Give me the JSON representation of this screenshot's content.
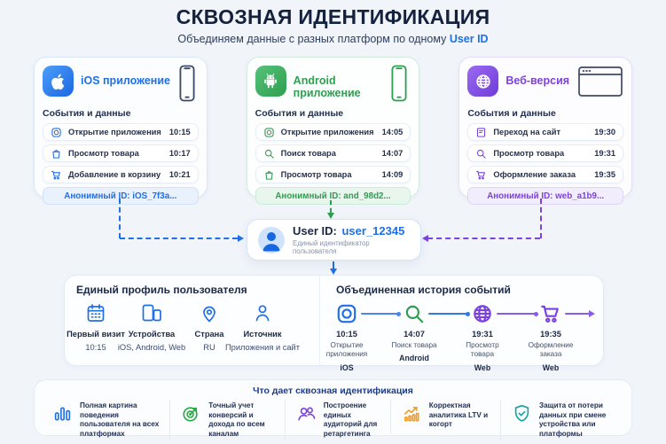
{
  "header": {
    "title": "СКВОЗНАЯ ИДЕНТИФИКАЦИЯ",
    "subtitle_prefix": "Объединяем данные с разных платформ по одному",
    "subtitle_highlight": "User ID"
  },
  "platforms": [
    {
      "title": "iOS приложение",
      "icon": "apple-icon",
      "device_icon": "smartphone-icon",
      "accent_color": "#1E6FE8",
      "events_label": "События и данные",
      "events": [
        {
          "icon": "app-open-icon",
          "label": "Открытие приложения",
          "time": "10:15"
        },
        {
          "icon": "bag-icon",
          "label": "Просмотр товара",
          "time": "10:17"
        },
        {
          "icon": "cart-icon",
          "label": "Добавление в корзину",
          "time": "10:21"
        }
      ],
      "anonymous_id": "Анонимный ID: iOS_7f3a..."
    },
    {
      "title": "Android приложение",
      "icon": "android-icon",
      "device_icon": "smartphone-icon",
      "accent_color": "#2E9E50",
      "events_label": "События и данные",
      "events": [
        {
          "icon": "app-open-icon",
          "label": "Открытие приложения",
          "time": "14:05"
        },
        {
          "icon": "search-icon",
          "label": "Поиск товара",
          "time": "14:07"
        },
        {
          "icon": "bag-icon",
          "label": "Просмотр товара",
          "time": "14:09"
        }
      ],
      "anonymous_id": "Анонимный ID: and_98d2..."
    },
    {
      "title": "Веб-версия",
      "icon": "globe-icon",
      "device_icon": "browser-icon",
      "accent_color": "#7C42DD",
      "events_label": "События и данные",
      "events": [
        {
          "icon": "webpage-icon",
          "label": "Переход на сайт",
          "time": "19:30"
        },
        {
          "icon": "search-icon",
          "label": "Просмотр товара",
          "time": "19:31"
        },
        {
          "icon": "cart-icon",
          "label": "Оформление заказа",
          "time": "19:35"
        }
      ],
      "anonymous_id": "Анонимный ID: web_a1b9..."
    }
  ],
  "user_id": {
    "label": "User ID:",
    "value": "user_12345",
    "description": "Единый идентификатор пользователя"
  },
  "profile": {
    "title": "Единый профиль пользователя",
    "fields": [
      {
        "icon": "calendar-icon",
        "label": "Первый визит",
        "value": "10:15"
      },
      {
        "icon": "devices-icon",
        "label": "Устройства",
        "value": "iOS, Android, Web"
      },
      {
        "icon": "location-pin-icon",
        "label": "Страна",
        "value": "RU"
      },
      {
        "icon": "person-icon",
        "label": "Источник",
        "value": "Приложения и сайт"
      }
    ]
  },
  "history": {
    "title": "Объединенная история событий",
    "events": [
      {
        "icon": "app-open-icon",
        "time": "10:15",
        "label": "Открытие приложения",
        "platform": "iOS"
      },
      {
        "icon": "search-icon",
        "time": "14:07",
        "label": "Поиск товара",
        "platform": "Android"
      },
      {
        "icon": "globe-icon",
        "time": "19:31",
        "label": "Просмотр товара",
        "platform": "Web"
      },
      {
        "icon": "cart-icon",
        "time": "19:35",
        "label": "Оформление заказа",
        "platform": "Web"
      }
    ]
  },
  "benefits": {
    "title": "Что дает сквозная идентификация",
    "items": [
      {
        "icon": "bar-chart-icon",
        "color": "#1E6FE8",
        "text": "Полная картина поведения пользователя на всех платформах"
      },
      {
        "icon": "target-icon",
        "color": "#27A845",
        "text": "Точный учет конверсий и дохода по всем каналам"
      },
      {
        "icon": "audience-icon",
        "color": "#7C42DD",
        "text": "Построение единых аудиторий для ретаргетинга"
      },
      {
        "icon": "trend-up-icon",
        "color": "#F59A1B",
        "text": "Корректная аналитика LTV и когорт"
      },
      {
        "icon": "shield-check-icon",
        "color": "#12A5A5",
        "text": "Защита от потери данных при смене устройства или платформы"
      }
    ]
  }
}
